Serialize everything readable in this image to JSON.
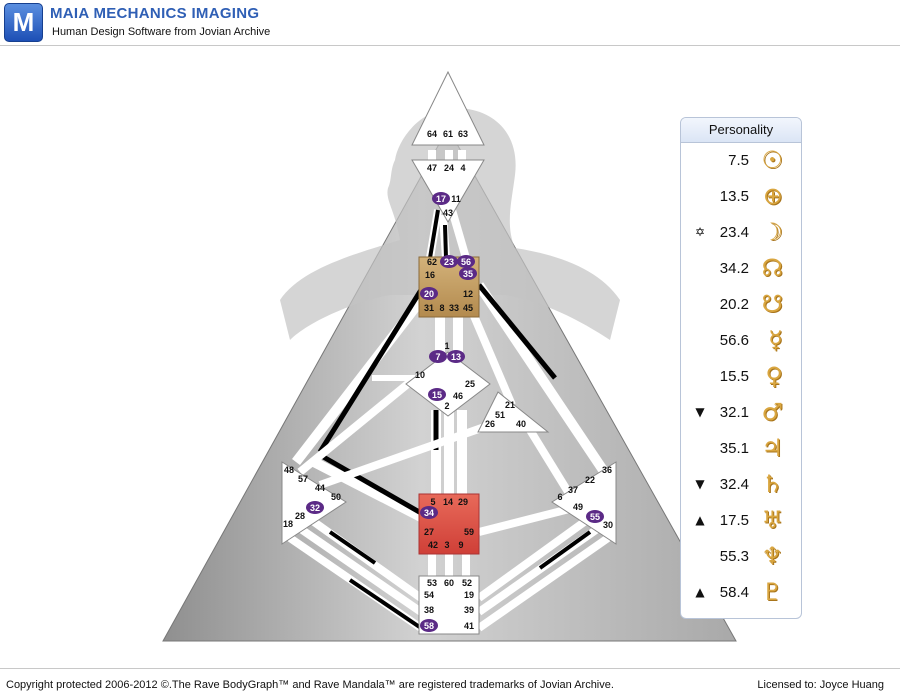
{
  "header": {
    "logo_letter": "M",
    "title": "MAIA MECHANICS IMAGING",
    "subtitle": "Human Design Software from Jovian Archive"
  },
  "footer": {
    "copyright": "Copyright protected 2006-2012 ©.The Rave BodyGraph™ and Rave Mandala™ are registered trademarks of Jovian Archive.",
    "license": "Licensed to: Joyce Huang"
  },
  "personality": {
    "title": "Personality",
    "rows": [
      {
        "mark": "",
        "value": "7.5",
        "glyph": "☉",
        "icon": "sun-icon"
      },
      {
        "mark": "",
        "value": "13.5",
        "glyph": "⊕",
        "icon": "earth-icon"
      },
      {
        "mark": "✡",
        "value": "23.4",
        "glyph": "☽",
        "icon": "moon-icon"
      },
      {
        "mark": "",
        "value": "34.2",
        "glyph": "☊",
        "icon": "north-node-icon"
      },
      {
        "mark": "",
        "value": "20.2",
        "glyph": "☋",
        "icon": "south-node-icon"
      },
      {
        "mark": "",
        "value": "56.6",
        "glyph": "☿",
        "icon": "mercury-icon"
      },
      {
        "mark": "",
        "value": "15.5",
        "glyph": "♀",
        "icon": "venus-icon"
      },
      {
        "mark": "▼",
        "value": "32.1",
        "glyph": "♂",
        "icon": "mars-icon"
      },
      {
        "mark": "",
        "value": "35.1",
        "glyph": "♃",
        "icon": "jupiter-icon"
      },
      {
        "mark": "▼",
        "value": "32.4",
        "glyph": "♄",
        "icon": "saturn-icon"
      },
      {
        "mark": "▲",
        "value": "17.5",
        "glyph": "♅",
        "icon": "uranus-icon"
      },
      {
        "mark": "",
        "value": "55.3",
        "glyph": "♆",
        "icon": "neptune-icon"
      },
      {
        "mark": "▲",
        "value": "58.4",
        "glyph": "♇",
        "icon": "pluto-icon"
      }
    ]
  },
  "colors": {
    "throat_center": "#c9a467",
    "sacral_center": "#e2564e",
    "activated_gate": "#5b2a86",
    "glyph": "#d9a640",
    "title_blue": "#2f5fb5"
  },
  "gates": [
    {
      "id": "g64",
      "label": "64",
      "active": false
    },
    {
      "id": "g61",
      "label": "61",
      "active": false
    },
    {
      "id": "g63",
      "label": "63",
      "active": false
    },
    {
      "id": "g47",
      "label": "47",
      "active": false
    },
    {
      "id": "g24",
      "label": "24",
      "active": false
    },
    {
      "id": "g4",
      "label": "4",
      "active": false
    },
    {
      "id": "g17",
      "label": "17",
      "active": true
    },
    {
      "id": "g11",
      "label": "11",
      "active": false
    },
    {
      "id": "g43",
      "label": "43",
      "active": false
    },
    {
      "id": "g62",
      "label": "62",
      "active": false
    },
    {
      "id": "g23",
      "label": "23",
      "active": true
    },
    {
      "id": "g56",
      "label": "56",
      "active": true
    },
    {
      "id": "g16",
      "label": "16",
      "active": false
    },
    {
      "id": "g35",
      "label": "35",
      "active": true
    },
    {
      "id": "g20",
      "label": "20",
      "active": true
    },
    {
      "id": "g12",
      "label": "12",
      "active": false
    },
    {
      "id": "g31",
      "label": "31",
      "active": false
    },
    {
      "id": "g8",
      "label": "8",
      "active": false
    },
    {
      "id": "g33",
      "label": "33",
      "active": false
    },
    {
      "id": "g45",
      "label": "45",
      "active": false
    },
    {
      "id": "g1",
      "label": "1",
      "active": false
    },
    {
      "id": "g7",
      "label": "7",
      "active": true
    },
    {
      "id": "g13",
      "label": "13",
      "active": true
    },
    {
      "id": "g10",
      "label": "10",
      "active": false
    },
    {
      "id": "g25",
      "label": "25",
      "active": false
    },
    {
      "id": "g15",
      "label": "15",
      "active": true
    },
    {
      "id": "g46",
      "label": "46",
      "active": false
    },
    {
      "id": "g2",
      "label": "2",
      "active": false
    },
    {
      "id": "g21",
      "label": "21",
      "active": false
    },
    {
      "id": "g51",
      "label": "51",
      "active": false
    },
    {
      "id": "g26",
      "label": "26",
      "active": false
    },
    {
      "id": "g40",
      "label": "40",
      "active": false
    },
    {
      "id": "g48",
      "label": "48",
      "active": false
    },
    {
      "id": "g57",
      "label": "57",
      "active": false
    },
    {
      "id": "g44",
      "label": "44",
      "active": false
    },
    {
      "id": "g50",
      "label": "50",
      "active": false
    },
    {
      "id": "g32",
      "label": "32",
      "active": true
    },
    {
      "id": "g28",
      "label": "28",
      "active": false
    },
    {
      "id": "g18",
      "label": "18",
      "active": false
    },
    {
      "id": "g36",
      "label": "36",
      "active": false
    },
    {
      "id": "g22",
      "label": "22",
      "active": false
    },
    {
      "id": "g37",
      "label": "37",
      "active": false
    },
    {
      "id": "g6",
      "label": "6",
      "active": false
    },
    {
      "id": "g49",
      "label": "49",
      "active": false
    },
    {
      "id": "g55",
      "label": "55",
      "active": true
    },
    {
      "id": "g30",
      "label": "30",
      "active": false
    },
    {
      "id": "g5",
      "label": "5",
      "active": false
    },
    {
      "id": "g14",
      "label": "14",
      "active": false
    },
    {
      "id": "g29",
      "label": "29",
      "active": false
    },
    {
      "id": "g34",
      "label": "34",
      "active": true
    },
    {
      "id": "g27",
      "label": "27",
      "active": false
    },
    {
      "id": "g59",
      "label": "59",
      "active": false
    },
    {
      "id": "g42",
      "label": "42",
      "active": false
    },
    {
      "id": "g3",
      "label": "3",
      "active": false
    },
    {
      "id": "g9",
      "label": "9",
      "active": false
    },
    {
      "id": "g53",
      "label": "53",
      "active": false
    },
    {
      "id": "g60",
      "label": "60",
      "active": false
    },
    {
      "id": "g52",
      "label": "52",
      "active": false
    },
    {
      "id": "g54",
      "label": "54",
      "active": false
    },
    {
      "id": "g19",
      "label": "19",
      "active": false
    },
    {
      "id": "g38",
      "label": "38",
      "active": false
    },
    {
      "id": "g39",
      "label": "39",
      "active": false
    },
    {
      "id": "g58",
      "label": "58",
      "active": true
    },
    {
      "id": "g41",
      "label": "41",
      "active": false
    }
  ]
}
